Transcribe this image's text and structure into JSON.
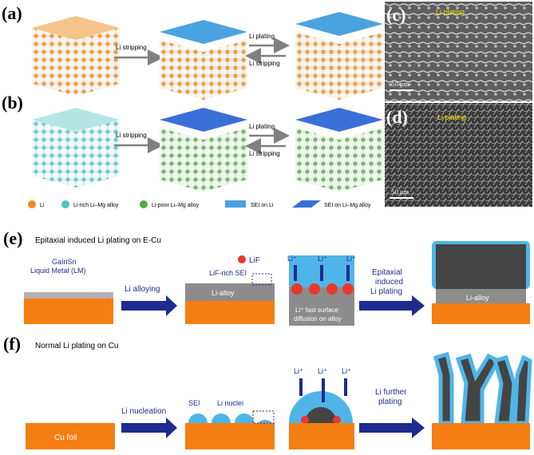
{
  "panels": {
    "a": {
      "label": "(a)",
      "strip": "Li stripping",
      "plate": "Li plating",
      "strip2": "Li stripping"
    },
    "b": {
      "label": "(b)",
      "strip": "Li stripping",
      "plate": "Li plating",
      "strip2": "Li stripping"
    },
    "c": {
      "label": "(c)",
      "title": "Li plating",
      "scale": "50 µm"
    },
    "d": {
      "label": "(d)",
      "title": "Li plating",
      "scale": "50 µm"
    },
    "e": {
      "label": "(e)",
      "title": "Epitaxial induced Li plating on E-Cu",
      "lm_line1": "GaInSn",
      "lm_line2": "Liquid Metal (LM)",
      "alloying": "Li alloying",
      "lif": "LiF",
      "lif_sei": "LiF-rich SEI",
      "li_alloy": "Li-alloy",
      "diff1": "Li⁺ fast surface",
      "diff2": "diffusion on alloy",
      "liplus": "Li⁺",
      "epi1": "Epitaxial",
      "epi2": "induced",
      "epi3": "Li plating",
      "li_alloy2": "Li-alloy"
    },
    "f": {
      "label": "(f)",
      "title": "Normal Li plating on Cu",
      "cu_foil": "Cu foil",
      "nucleation": "Li nucleation",
      "sei": "SEI",
      "nuclei": "Li nuclei",
      "liplus": "Li⁺",
      "further1": "Li further",
      "further2": "plating"
    }
  },
  "legend": [
    {
      "label": "Li",
      "icon": "orange-sphere"
    },
    {
      "label": "Li-rich Li–Mg alloy",
      "icon": "teal-sphere"
    },
    {
      "label": "Li-poor Li–Mg alloy",
      "icon": "green-sphere"
    },
    {
      "label": "SEI on Li",
      "icon": "textured-blue-sheet"
    },
    {
      "label": "SEI on Li–Mg alloy",
      "icon": "blue-sheet"
    }
  ],
  "colors": {
    "orange": "#f08a1c",
    "teal": "#4fc6c4",
    "green": "#4caf3c",
    "sei_blue": "#3a78d8",
    "light_blue": "#4fb5e8",
    "navy": "#1f2b8f",
    "dark_gray": "#444444",
    "gray": "#8c8c8c",
    "red": "#e8382b",
    "sem_gray": "#6a6a6a"
  }
}
